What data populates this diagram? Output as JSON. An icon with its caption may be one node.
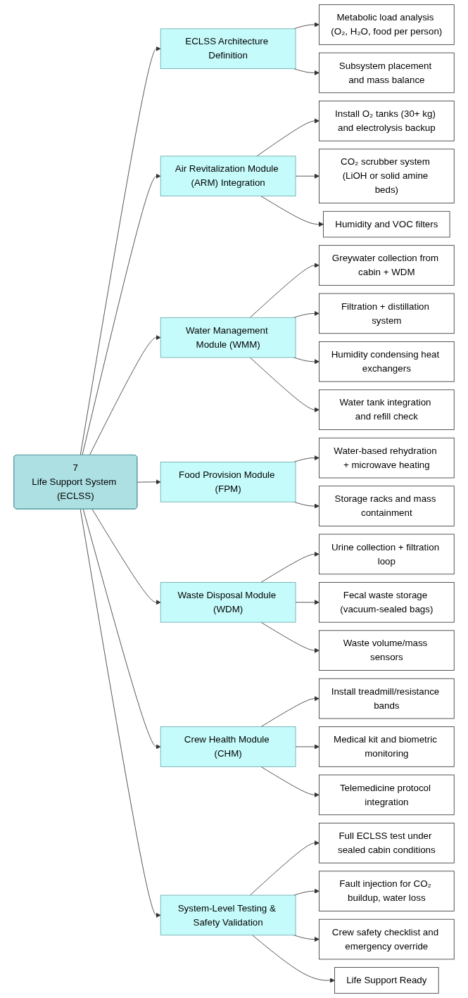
{
  "diagram": {
    "nodes": [
      {
        "text": [
          "7",
          "Life Support System (ECLSS)"
        ]
      },
      {
        "text": [
          "ECLSS Architecture Definition"
        ]
      },
      {
        "text": [
          "Metabolic load analysis (O₂, H₂O, food per person)"
        ]
      },
      {
        "text": [
          "Subsystem placement and mass balance"
        ]
      },
      {
        "text": [
          "Air Revitalization Module (ARM) Integration"
        ]
      },
      {
        "text": [
          "Install O₂ tanks (30+ kg) and electrolysis backup"
        ]
      },
      {
        "text": [
          "CO₂ scrubber system (LiOH or solid amine beds)"
        ]
      },
      {
        "text": [
          "Humidity and VOC filters"
        ]
      },
      {
        "text": [
          "Water Management Module (WMM)"
        ]
      },
      {
        "text": [
          "Greywater collection from cabin + WDM"
        ]
      },
      {
        "text": [
          "Filtration + distillation system"
        ]
      },
      {
        "text": [
          "Humidity condensing heat exchangers"
        ]
      },
      {
        "text": [
          "Water tank integration and refill check"
        ]
      },
      {
        "text": [
          "Food Provision Module (FPM)"
        ]
      },
      {
        "text": [
          "Water-based rehydration + microwave heating"
        ]
      },
      {
        "text": [
          "Storage racks and mass containment"
        ]
      },
      {
        "text": [
          "Waste Disposal Module (WDM)"
        ]
      },
      {
        "text": [
          "Urine collection + filtration loop"
        ]
      },
      {
        "text": [
          "Fecal waste storage (vacuum-sealed bags)"
        ]
      },
      {
        "text": [
          "Waste volume/mass sensors"
        ]
      },
      {
        "text": [
          "Crew Health Module (CHM)"
        ]
      },
      {
        "text": [
          "Install treadmill/resistance bands"
        ]
      },
      {
        "text": [
          "Medical kit and biometric monitoring"
        ]
      },
      {
        "text": [
          "Telemedicine protocol integration"
        ]
      },
      {
        "text": [
          "System-Level Testing & Safety Validation"
        ]
      },
      {
        "text": [
          "Full ECLSS test under sealed cabin conditions"
        ]
      },
      {
        "text": [
          "Fault injection for CO₂ buildup, water loss"
        ]
      },
      {
        "text": [
          "Crew safety checklist and emergency override"
        ]
      },
      {
        "text": [
          "Life Support Ready"
        ]
      }
    ],
    "edges": [
      {
        "from": 0,
        "to": 1,
        "arrow": "to"
      },
      {
        "from": 1,
        "to": 2,
        "arrow": "to"
      },
      {
        "from": 1,
        "to": 3,
        "arrow": "to"
      },
      {
        "from": 0,
        "to": 4,
        "arrow": "to"
      },
      {
        "from": 4,
        "to": 5,
        "arrow": "to"
      },
      {
        "from": 4,
        "to": 6,
        "arrow": "to"
      },
      {
        "from": 4,
        "to": 7,
        "arrow": "to"
      },
      {
        "from": 0,
        "to": 8,
        "arrow": "to"
      },
      {
        "from": 8,
        "to": 9,
        "arrow": "to"
      },
      {
        "from": 8,
        "to": 10,
        "arrow": "to"
      },
      {
        "from": 8,
        "to": 11,
        "arrow": "to"
      },
      {
        "from": 8,
        "to": 12,
        "arrow": "to"
      },
      {
        "from": 0,
        "to": 13,
        "arrow": "to"
      },
      {
        "from": 13,
        "to": 14,
        "arrow": "to"
      },
      {
        "from": 13,
        "to": 15,
        "arrow": "to"
      },
      {
        "from": 0,
        "to": 16,
        "arrow": "to"
      },
      {
        "from": 16,
        "to": 17,
        "arrow": "to"
      },
      {
        "from": 16,
        "to": 18,
        "arrow": "to"
      },
      {
        "from": 16,
        "to": 19,
        "arrow": "to"
      },
      {
        "from": 0,
        "to": 20,
        "arrow": "to"
      },
      {
        "from": 20,
        "to": 21,
        "arrow": "to"
      },
      {
        "from": 20,
        "to": 22,
        "arrow": "to"
      },
      {
        "from": 20,
        "to": 23,
        "arrow": "to"
      },
      {
        "from": 0,
        "to": 24,
        "arrow": "to"
      },
      {
        "from": 24,
        "to": 25,
        "arrow": "to"
      },
      {
        "from": 24,
        "to": 26,
        "arrow": "to"
      },
      {
        "from": 24,
        "to": 27,
        "arrow": "to"
      },
      {
        "from": 24,
        "to": 28,
        "arrow": "to"
      }
    ]
  }
}
